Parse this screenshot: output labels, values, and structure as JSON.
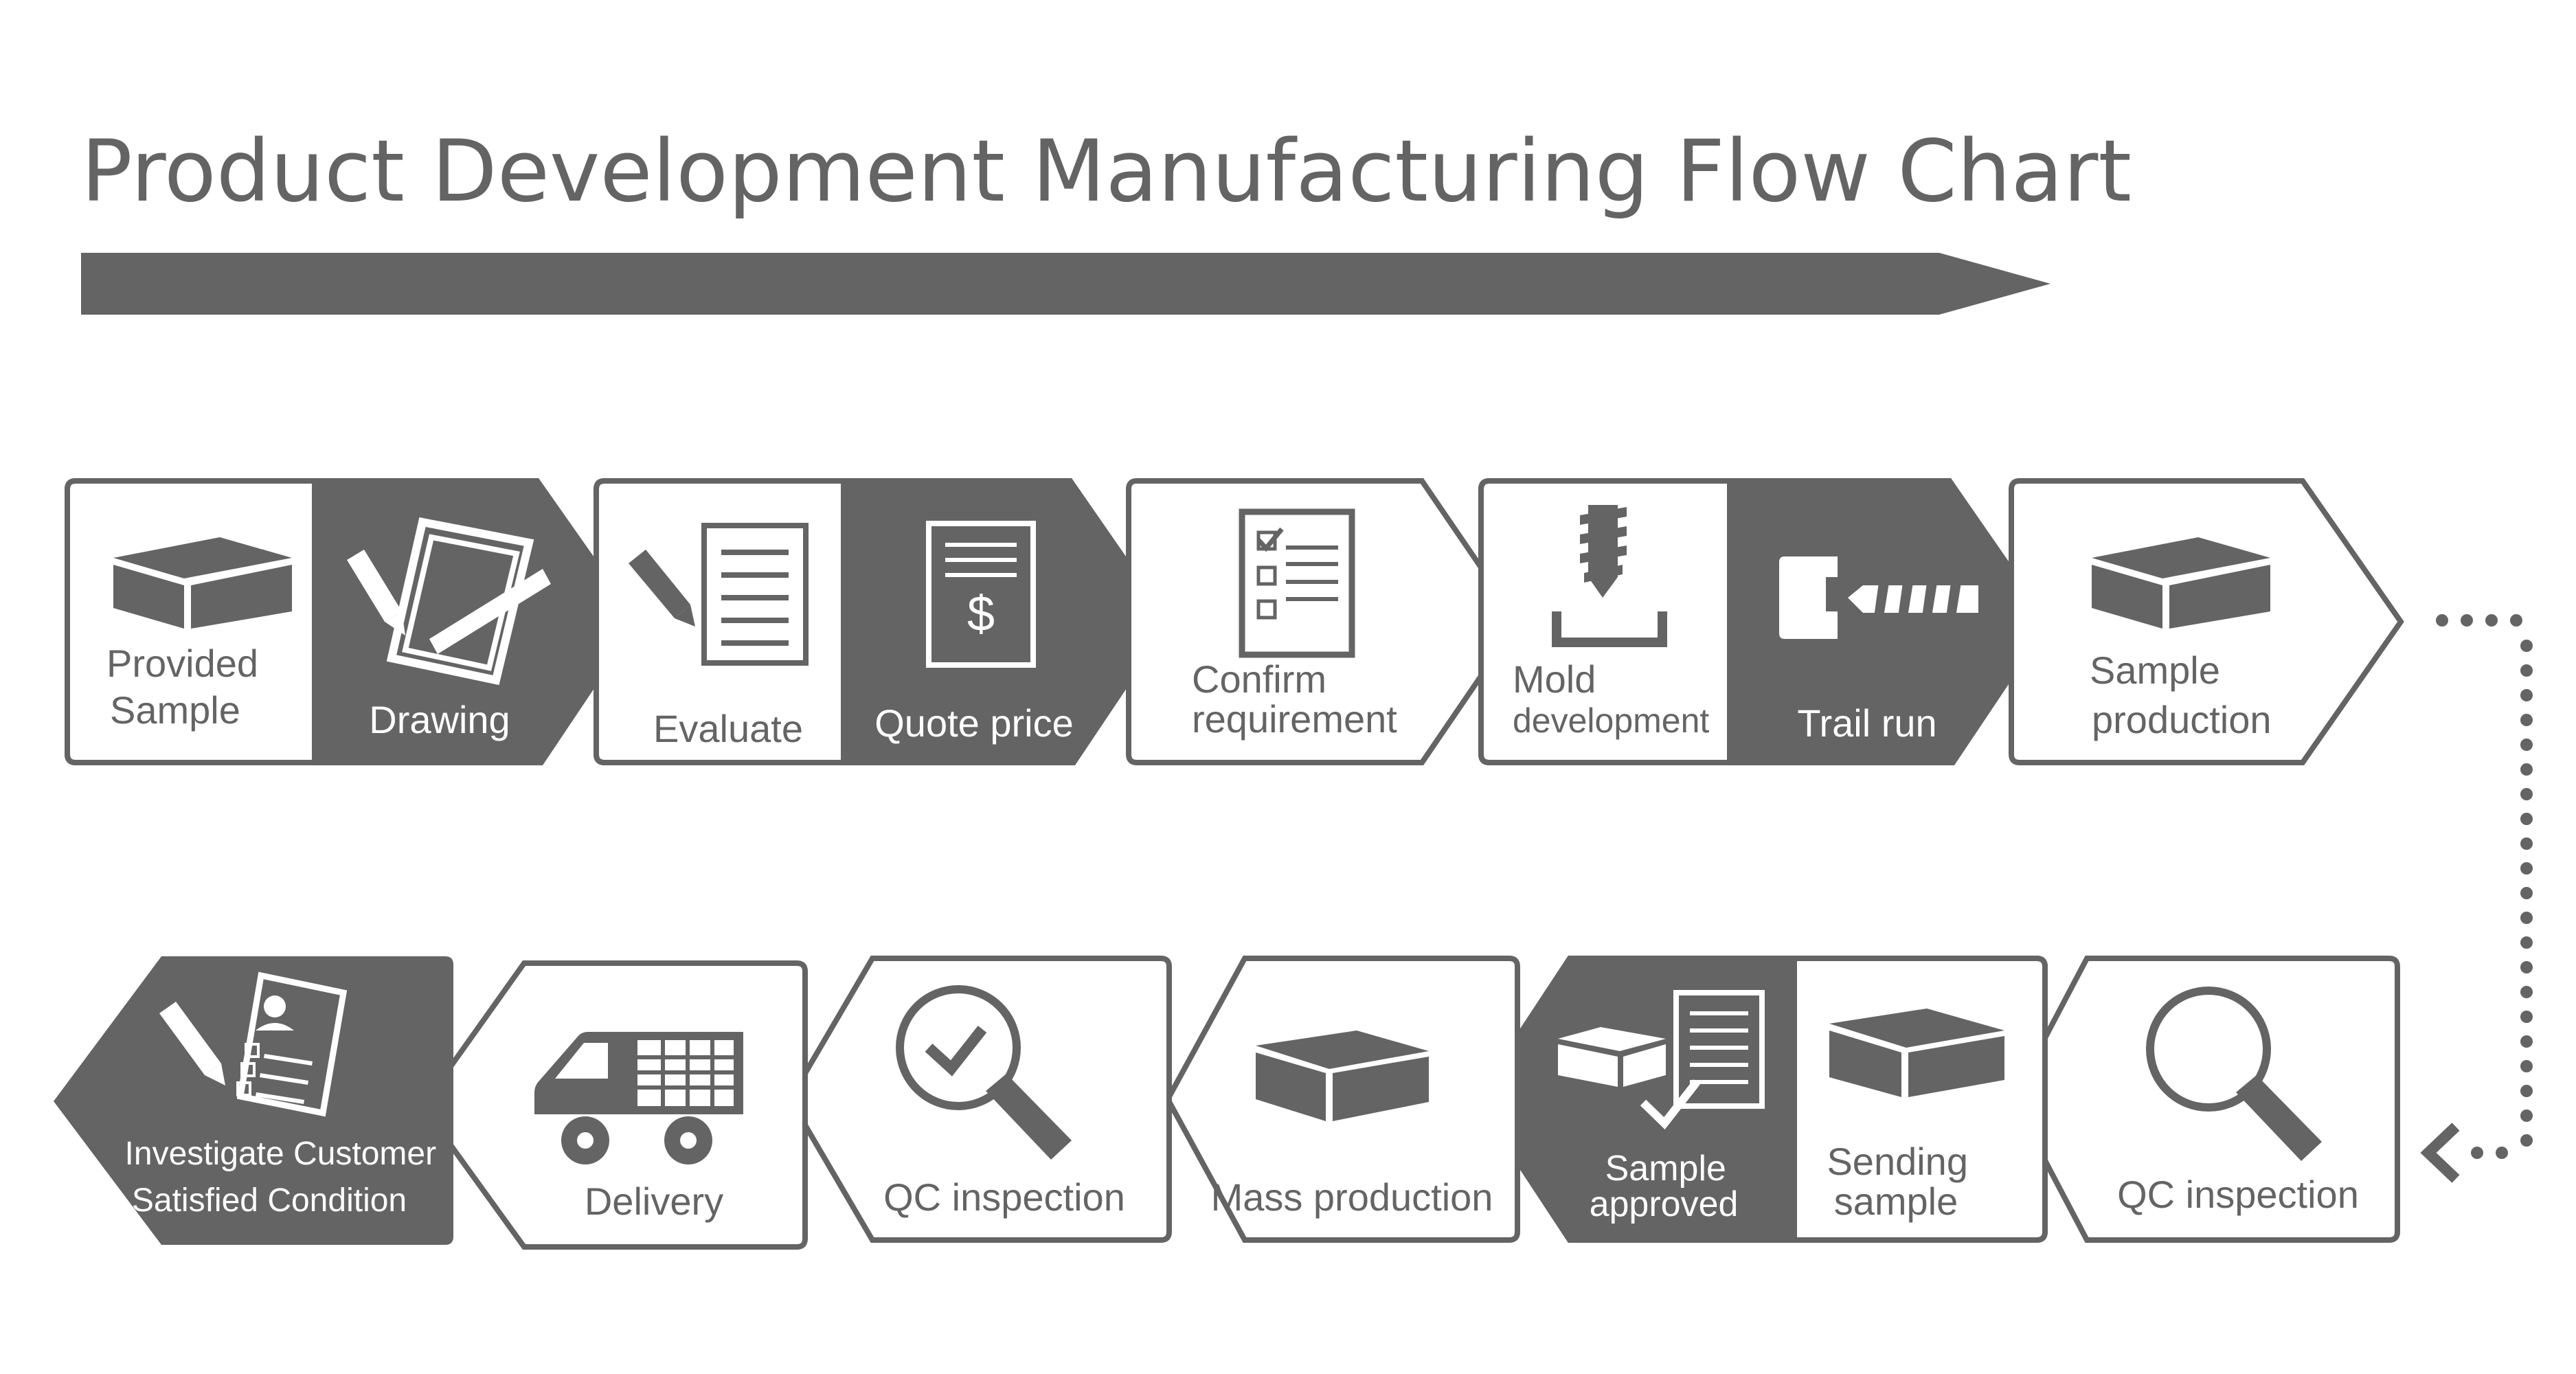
{
  "title": "Product Development Manufacturing Flow Chart",
  "colors": {
    "dark": "#646464",
    "light": "#ffffff",
    "line": "#646464"
  },
  "steps": [
    {
      "id": "provided-sample",
      "lines": [
        "Provided",
        "Sample"
      ],
      "icon": "box-icon"
    },
    {
      "id": "drawing",
      "lines": [
        "Drawing"
      ],
      "icon": "drawing-icon"
    },
    {
      "id": "evaluate",
      "lines": [
        "Evaluate"
      ],
      "icon": "document-pencil-icon"
    },
    {
      "id": "quote-price",
      "lines": [
        "Quote price"
      ],
      "icon": "price-document-icon"
    },
    {
      "id": "confirm-requirement",
      "lines": [
        "Confirm",
        "requirement"
      ],
      "icon": "checklist-icon"
    },
    {
      "id": "mold-development",
      "lines": [
        "Mold",
        "development"
      ],
      "icon": "screw-mold-icon"
    },
    {
      "id": "trail-run",
      "lines": [
        "Trail run"
      ],
      "icon": "screw-clamp-icon"
    },
    {
      "id": "sample-production",
      "lines": [
        "Sample",
        "production"
      ],
      "icon": "box-icon"
    },
    {
      "id": "qc-inspection-1",
      "lines": [
        "QC inspection"
      ],
      "icon": "magnifier-icon"
    },
    {
      "id": "sending-sample",
      "lines": [
        "Sending",
        "sample"
      ],
      "icon": "box-icon"
    },
    {
      "id": "sample-approved",
      "lines": [
        "Sample",
        "approved"
      ],
      "icon": "approved-icon"
    },
    {
      "id": "mass-production",
      "lines": [
        "Mass production"
      ],
      "icon": "box-icon"
    },
    {
      "id": "qc-inspection-2",
      "lines": [
        "QC inspection"
      ],
      "icon": "magnifier-check-icon"
    },
    {
      "id": "delivery",
      "lines": [
        "Delivery"
      ],
      "icon": "truck-icon"
    },
    {
      "id": "investigate-customer",
      "lines": [
        "Investigate Customer",
        "Satisfied Condition"
      ],
      "icon": "resume-icon"
    }
  ]
}
